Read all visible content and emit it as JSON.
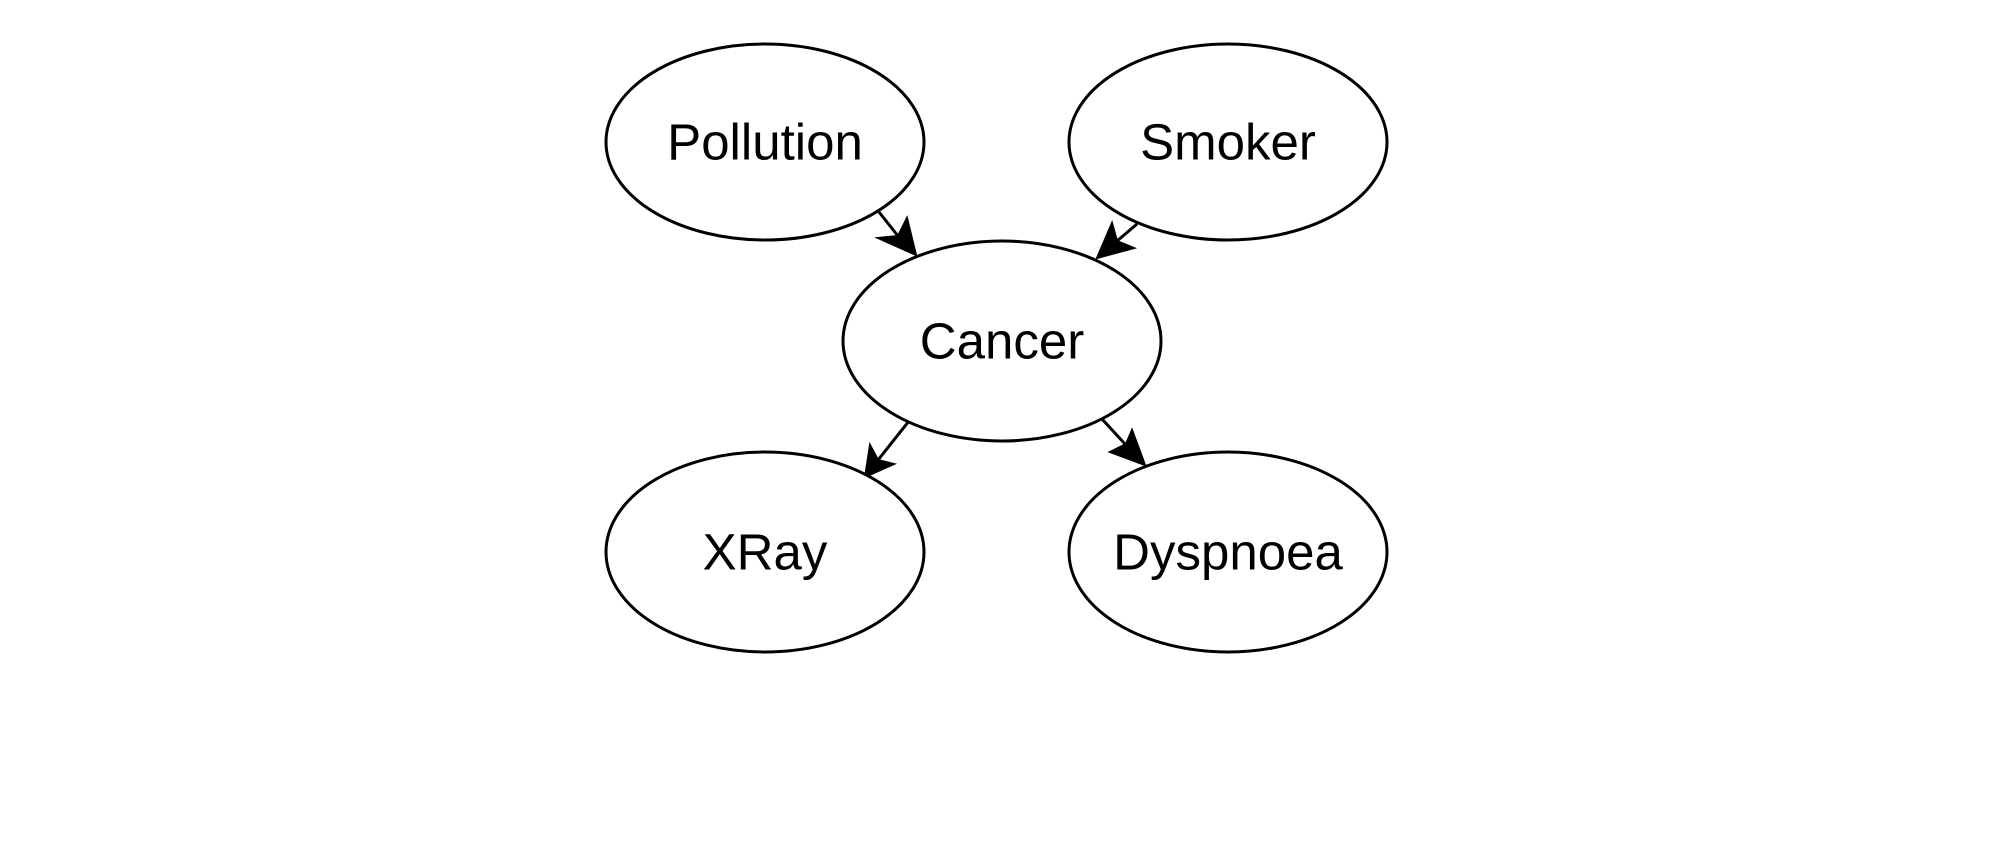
{
  "diagram": {
    "type": "directed-graph",
    "nodes": [
      {
        "id": "pollution",
        "label": "Pollution"
      },
      {
        "id": "smoker",
        "label": "Smoker"
      },
      {
        "id": "cancer",
        "label": "Cancer"
      },
      {
        "id": "xray",
        "label": "XRay"
      },
      {
        "id": "dyspnoea",
        "label": "Dyspnoea"
      }
    ],
    "edges": [
      {
        "from": "pollution",
        "to": "cancer"
      },
      {
        "from": "smoker",
        "to": "cancer"
      },
      {
        "from": "cancer",
        "to": "xray"
      },
      {
        "from": "cancer",
        "to": "dyspnoea"
      }
    ]
  }
}
